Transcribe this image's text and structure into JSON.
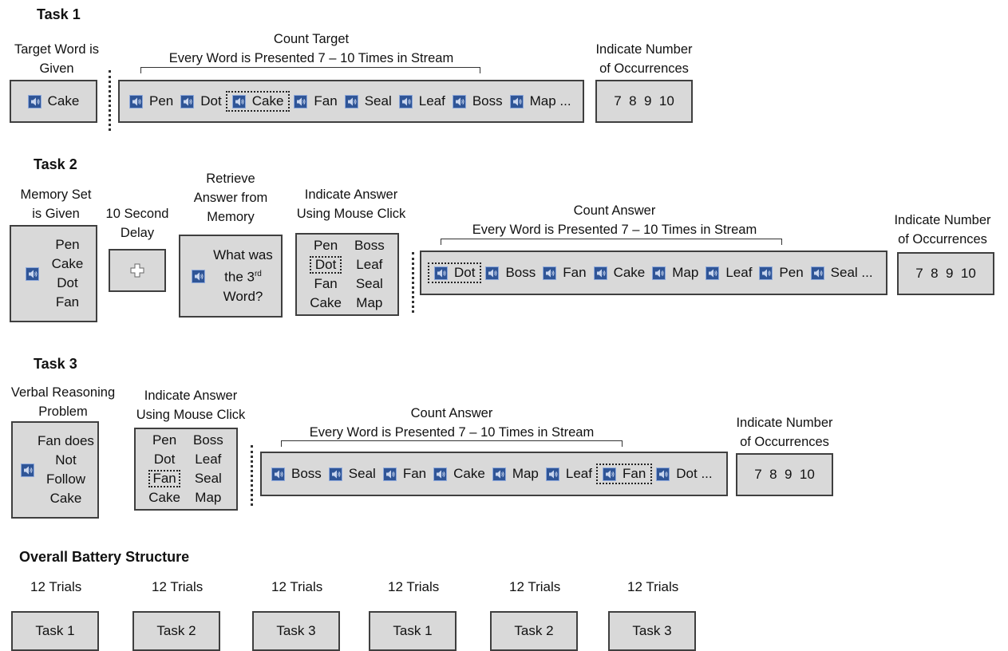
{
  "task1": {
    "heading": "Task 1",
    "target_label": [
      "Target Word is",
      "Given"
    ],
    "target_word": "Cake",
    "count_label": [
      "Count Target",
      "Every Word is Presented 7 – 10 Times in Stream"
    ],
    "stream": [
      "Pen",
      "Dot",
      "Cake",
      "Fan",
      "Seal",
      "Leaf",
      "Boss",
      "Map ..."
    ],
    "stream_selected_index": 2,
    "indicate_label": [
      "Indicate Number",
      "of Occurrences"
    ],
    "options": "7  8  9  10"
  },
  "task2": {
    "heading": "Task 2",
    "memory_label": [
      "Memory Set",
      "is Given"
    ],
    "memory_words": [
      "Pen",
      "Cake",
      "Dot",
      "Fan"
    ],
    "delay_label": [
      "10 Second",
      "Delay"
    ],
    "retrieve_label": [
      "Retrieve",
      "Answer from",
      "Memory"
    ],
    "question": [
      "What was",
      "the 3",
      "rd",
      "Word?"
    ],
    "click_label": [
      "Indicate Answer",
      "Using Mouse Click"
    ],
    "choices": [
      "Pen",
      "Boss",
      "Dot",
      "Leaf",
      "Fan",
      "Seal",
      "Cake",
      "Map"
    ],
    "choice_selected": "Dot",
    "count_label": [
      "Count Answer",
      "Every Word is Presented 7 – 10 Times in Stream"
    ],
    "stream": [
      "Dot",
      "Boss",
      "Fan",
      "Cake",
      "Map",
      "Leaf",
      "Pen",
      "Seal ..."
    ],
    "stream_selected_index": 0,
    "indicate_label": [
      "Indicate Number",
      "of Occurrences"
    ],
    "options": "7  8  9  10"
  },
  "task3": {
    "heading": "Task 3",
    "reasoning_label": [
      "Verbal Reasoning",
      "Problem"
    ],
    "problem": [
      "Fan does",
      "Not",
      "Follow",
      "Cake"
    ],
    "click_label": [
      "Indicate Answer",
      "Using Mouse Click"
    ],
    "choices": [
      "Pen",
      "Boss",
      "Dot",
      "Leaf",
      "Fan",
      "Seal",
      "Cake",
      "Map"
    ],
    "choice_selected": "Fan",
    "count_label": [
      "Count Answer",
      "Every Word is Presented 7 – 10 Times in Stream"
    ],
    "stream": [
      "Boss",
      "Seal",
      "Fan",
      "Cake",
      "Map",
      "Leaf",
      "Fan",
      "Dot ..."
    ],
    "stream_selected_index": 6,
    "indicate_label": [
      "Indicate Number",
      "of Occurrences"
    ],
    "options": "7  8  9  10"
  },
  "battery": {
    "heading": "Overall Battery Structure",
    "blocks": [
      {
        "trials": "12 Trials",
        "task": "Task 1"
      },
      {
        "trials": "12 Trials",
        "task": "Task 2"
      },
      {
        "trials": "12 Trials",
        "task": "Task 3"
      },
      {
        "trials": "12 Trials",
        "task": "Task 1"
      },
      {
        "trials": "12 Trials",
        "task": "Task 2"
      },
      {
        "trials": "12 Trials",
        "task": "Task 3"
      }
    ]
  }
}
